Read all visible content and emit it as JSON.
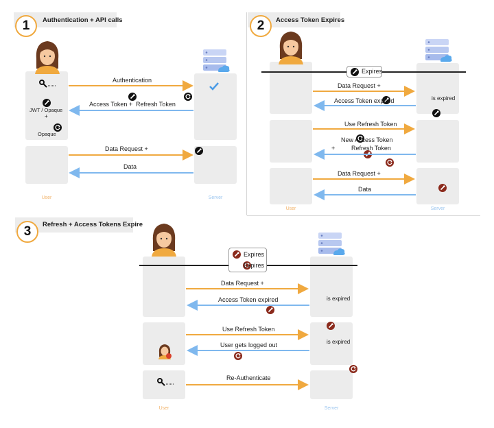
{
  "panel1": {
    "number": "1",
    "title": "Authentication + API calls",
    "auth_label": "Authentication",
    "access_token": "Access Token",
    "plus": "+",
    "refresh_token": "Refresh Token",
    "user_jwt": "JWT / Opaque",
    "user_plus": "+",
    "user_opaque": "Opaque",
    "data_request": "Data Request +",
    "data": "Data",
    "user_foot": "User",
    "server_foot": "Server"
  },
  "panel2": {
    "number": "2",
    "title": "Access Token Expires",
    "expires": "Expires",
    "data_request": "Data Request +",
    "is_expired": "is expired",
    "access_token_expired": "Access Token expired",
    "use_refresh": "Use Refresh Token",
    "new_access": "New Access Token",
    "plus": "+",
    "refresh_token": "Refresh Token",
    "data_request2": "Data Request +",
    "data": "Data",
    "user_foot": "User",
    "server_foot": "Server"
  },
  "panel3": {
    "number": "3",
    "title": "Refresh + Access Tokens Expire",
    "expires1": "Expires",
    "expires2": "Expires",
    "data_request": "Data Request +",
    "is_expired1": "is expired",
    "access_token_expired": "Access Token expired",
    "use_refresh": "Use Refresh Token",
    "is_expired2": "is expired",
    "logged_out": "User gets logged out",
    "reauth": "Re-Authenticate",
    "user_foot": "User",
    "server_foot": "Server"
  },
  "colors": {
    "orange": "#f0a93f",
    "blue": "#7fb8ee",
    "lane": "#ececec",
    "token_dark": "#111111",
    "token_red": "#8b2a1c"
  },
  "icons": [
    "user-avatar",
    "server-icon",
    "key-icon",
    "access-token-icon",
    "refresh-token-icon",
    "checkmark-icon",
    "logout-avatar"
  ]
}
